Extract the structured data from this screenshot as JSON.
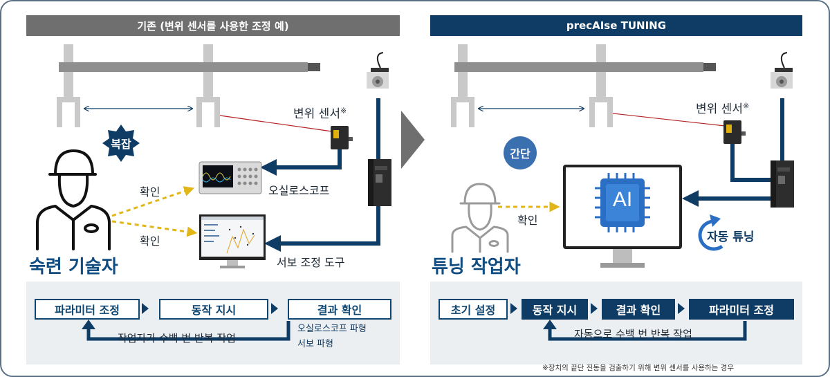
{
  "left": {
    "header": "기존 (변위 센서를 사용한 조정 예)",
    "badge": "복잡",
    "sensor_label": "변위 센서",
    "sensor_mark": "※",
    "check1": "확인",
    "check2": "확인",
    "oscilloscope_label": "오실로스코프",
    "servo_tool_label": "서보 조정 도구",
    "person_label": "숙련 기술자",
    "flow": {
      "steps": [
        "파라미터 조정",
        "동작 지시",
        "결과 확인"
      ],
      "loop_text": "작업자가 수백 번 반복 작업",
      "result_notes": [
        "오실로스코프 파형",
        "서보 파형"
      ]
    }
  },
  "right": {
    "header": "precAIse TUNING",
    "badge": "간단",
    "sensor_label": "변위 센서",
    "sensor_mark": "※",
    "check": "확인",
    "ai_label": "AI",
    "auto_tuning": "자동 튜닝",
    "person_label": "튜닝 작업자",
    "flow": {
      "steps": [
        "초기 설정",
        "동작 지시",
        "결과 확인",
        "파라미터 조정"
      ],
      "loop_text": "자동으로 수백 번 반복 작업"
    }
  },
  "footnote": "※장치의 끝단 진동을 검출하기 위해 변위 센서를 사용하는 경우",
  "colors": {
    "navy": "#0f3c64",
    "left_header": "#6f6f6f",
    "ai_blue": "#2a6fc4",
    "dashed_yellow": "#e2b617",
    "laser_red": "#b42020",
    "badge_blue": "#3a6fb0"
  }
}
